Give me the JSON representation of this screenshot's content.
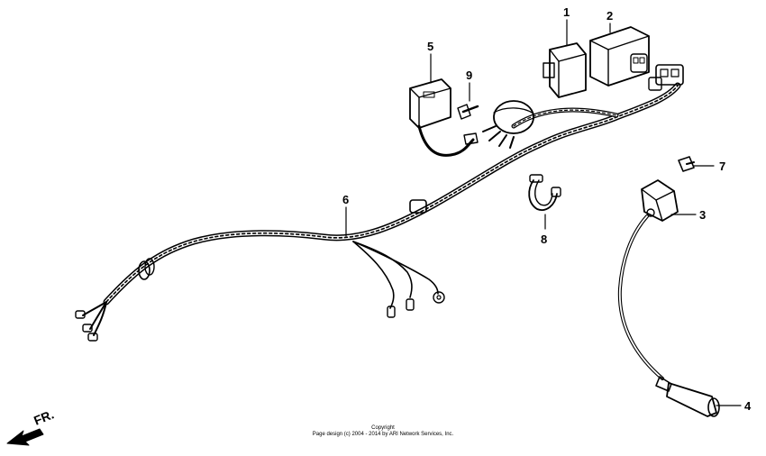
{
  "diagram": {
    "callouts": [
      "1",
      "2",
      "3",
      "4",
      "5",
      "6",
      "7",
      "8",
      "9"
    ],
    "direction_label": "FR.",
    "copyright_line1": "Copyright",
    "copyright_line2": "Page design (c) 2004 - 2014 by ARI Network Services, Inc."
  }
}
